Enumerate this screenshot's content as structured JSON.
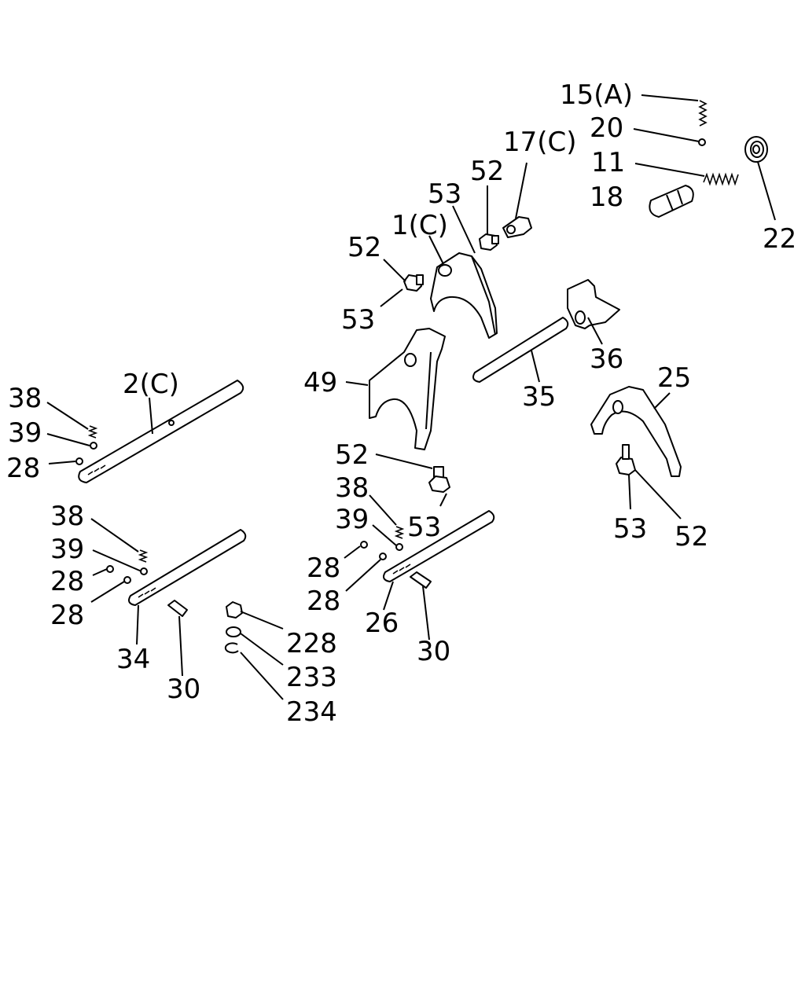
{
  "diagram": {
    "callouts": {
      "c15a": "15(A)",
      "c20": "20",
      "c17c": "17(C)",
      "c11": "11",
      "c52_top": "52",
      "c18": "18",
      "c22": "22",
      "c53_top": "53",
      "c1c": "1(C)",
      "c52_left": "52",
      "c53_left": "53",
      "c36": "36",
      "c49": "49",
      "c2c": "2(C)",
      "c25": "25",
      "c35": "35",
      "c38_a": "38",
      "c39_a": "39",
      "c28_a": "28",
      "c52_mid": "52",
      "c38_b": "38",
      "c38_c": "38",
      "c39_c": "39",
      "c53_mid": "53",
      "c53_right": "53",
      "c52_right": "52",
      "c39_b": "39",
      "c28_b1": "28",
      "c28_c1": "28",
      "c28_b2": "28",
      "c28_c2": "28",
      "c26": "26",
      "c228": "228",
      "c30_right": "30",
      "c34": "34",
      "c233": "233",
      "c30_left": "30",
      "c234": "234"
    }
  }
}
